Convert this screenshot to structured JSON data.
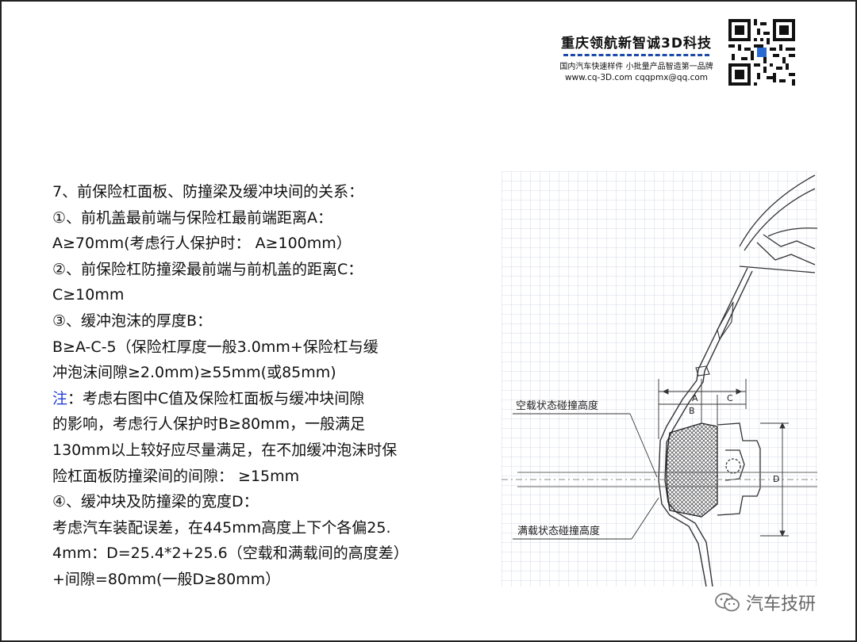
{
  "brand": {
    "name": "重庆领航新智诚3D科技",
    "tagline": "国内汽车快速样件 小批量产品智造第一品牌",
    "contact": "www.cq-3D.com   cqqpmx@qq.com"
  },
  "content": {
    "lines": [
      "7、前保险杠面板、防撞梁及缓冲块间的关系：",
      "①、前机盖最前端与保险杠最前端距离A：",
      "A≥70mm(考虑行人保护时： A≥100mm）",
      "②、前保险杠防撞梁最前端与前机盖的距离C：",
      "C≥10mm",
      "③、缓冲泡沫的厚度B：",
      "B≥A-C-5（保险杠厚度一般3.0mm+保险杠与缓",
      "冲泡沫间隙≥2.0mm)≥55mm(或85mm)"
    ],
    "note_label": "注",
    "note_first": "：考虑右图中C值及保险杠面板与缓冲块间隙",
    "lines2": [
      "的影响，考虑行人保护时B≥80mm，一般满足",
      "130mm以上较好应尽量满足，在不加缓冲泡沫时保",
      "险杠面板防撞梁间的间隙： ≥15mm",
      "④、缓冲块及防撞梁的宽度D：",
      "考虑汽车装配误差，在445mm高度上下个各偏25.",
      "4mm：D=25.4*2+25.6（空载和满载间的高度差）",
      "+间隙=80mm(一般D≥80mm）"
    ]
  },
  "diagram": {
    "label_empty": "空载状态碰撞高度",
    "label_full": "满载状态碰撞高度",
    "dim_a": "A",
    "dim_b": "B",
    "dim_c": "C",
    "dim_d": "D"
  },
  "watermark": {
    "text": "汽车技研"
  }
}
